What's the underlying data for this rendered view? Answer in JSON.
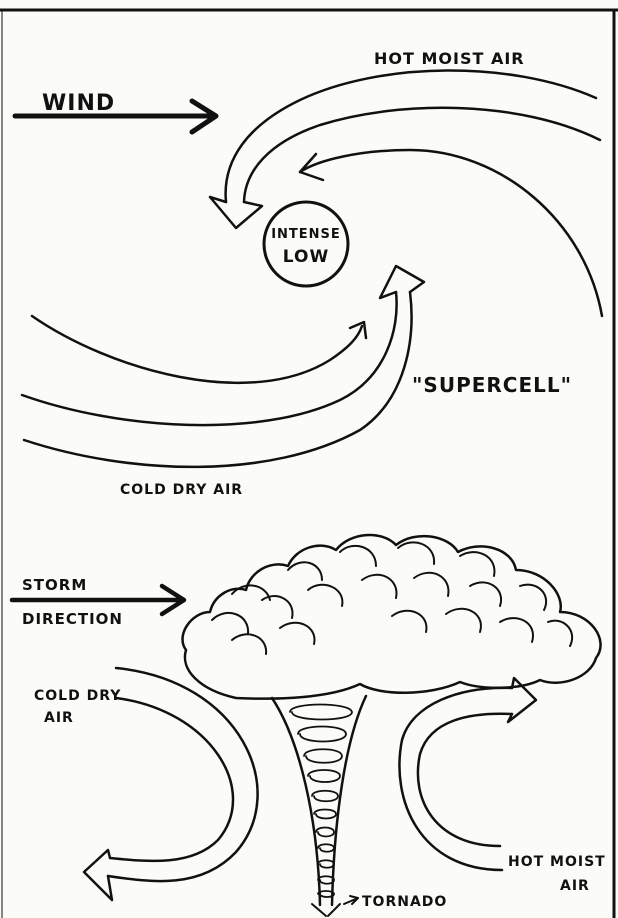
{
  "colors": {
    "ink": "#111111",
    "paper": "#fbfbf8",
    "frame": "#222222"
  },
  "top_diagram": {
    "wind_label": "WIND",
    "hot_moist_air_label": "HOT MOIST AIR",
    "low_label_line1": "INTENSE",
    "low_label_line2": "LOW",
    "supercell_label": "\"SUPERCELL\"",
    "cold_dry_air_label": "COLD DRY AIR"
  },
  "bottom_diagram": {
    "storm_direction_line1": "STORM",
    "storm_direction_line2": "DIRECTION",
    "cold_dry_air_line1": "COLD DRY",
    "cold_dry_air_line2": "AIR",
    "hot_moist_air_line1": "HOT MOIST",
    "hot_moist_air_line2": "AIR",
    "tornado_label": "TORNADO"
  }
}
